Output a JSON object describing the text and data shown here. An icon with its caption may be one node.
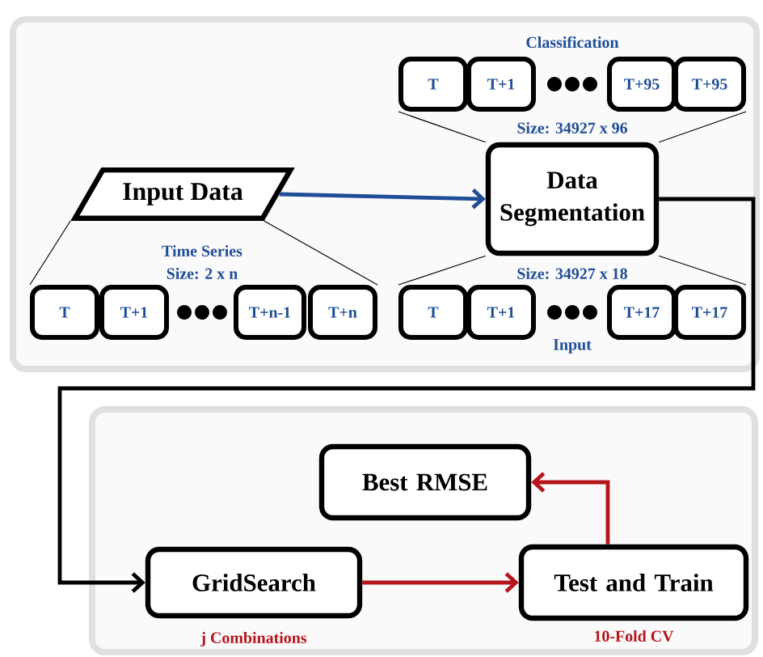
{
  "diagram": {
    "nodes": [
      {
        "text": [],
        "shape": "box"
      },
      {
        "text": [
          "Input Data"
        ],
        "in": 0
      },
      {
        "text": [
          "Data Segmentation"
        ],
        "in": 0
      },
      {
        "text": [
          "T"
        ],
        "in": 0
      },
      {
        "text": [
          "T+1"
        ],
        "in": 0
      },
      {
        "text": [
          "T+95"
        ],
        "in": 0
      },
      {
        "text": [
          "T+95"
        ],
        "in": 0
      },
      {
        "text": [
          "T"
        ],
        "in": 0
      },
      {
        "text": [
          "T+1"
        ],
        "in": 0
      },
      {
        "text": [
          "T+n-1"
        ],
        "in": 0
      },
      {
        "text": [
          "T+n"
        ],
        "in": 0
      },
      {
        "text": [
          "T"
        ],
        "in": 0
      },
      {
        "text": [
          "T+1"
        ],
        "in": 0
      },
      {
        "text": [
          "T+17"
        ],
        "in": 0
      },
      {
        "text": [
          "T+17"
        ],
        "in": 0
      },
      {
        "text": [],
        "shape": "box"
      },
      {
        "text": [
          "Best RMSE"
        ],
        "in": 15
      },
      {
        "text": [
          "GridSearch"
        ],
        "in": 15,
        "beside": [
          "j Combinations"
        ]
      },
      {
        "text": [
          "Test and Train"
        ],
        "in": 15,
        "beside": [
          "10-Fold CV"
        ]
      }
    ],
    "edges": [
      {
        "from": 1,
        "to": 2,
        "arrow": "to",
        "style": "thick",
        "color": "#1f4e96"
      },
      {
        "from": 1,
        "to": 7,
        "arrow": "none"
      },
      {
        "from": 1,
        "to": 10,
        "arrow": "none"
      },
      {
        "from": 2,
        "to": 3,
        "arrow": "none"
      },
      {
        "from": 2,
        "to": 6,
        "arrow": "none"
      },
      {
        "from": 2,
        "to": 11,
        "arrow": "none"
      },
      {
        "from": 2,
        "to": 14,
        "arrow": "none"
      },
      {
        "from": 2,
        "to": 17,
        "arrow": "to",
        "style": "thick"
      },
      {
        "from": 17,
        "to": 18,
        "arrow": "to",
        "style": "thick",
        "color": "#b5151b"
      },
      {
        "from": 18,
        "to": 16,
        "arrow": "to",
        "style": "thick",
        "color": "#b5151b"
      }
    ],
    "labels": [
      "Classification",
      "Size: 34927 x 96",
      "Time Series",
      "Size: 2 x n",
      "Size: 34927 x 18",
      "Input"
    ]
  }
}
